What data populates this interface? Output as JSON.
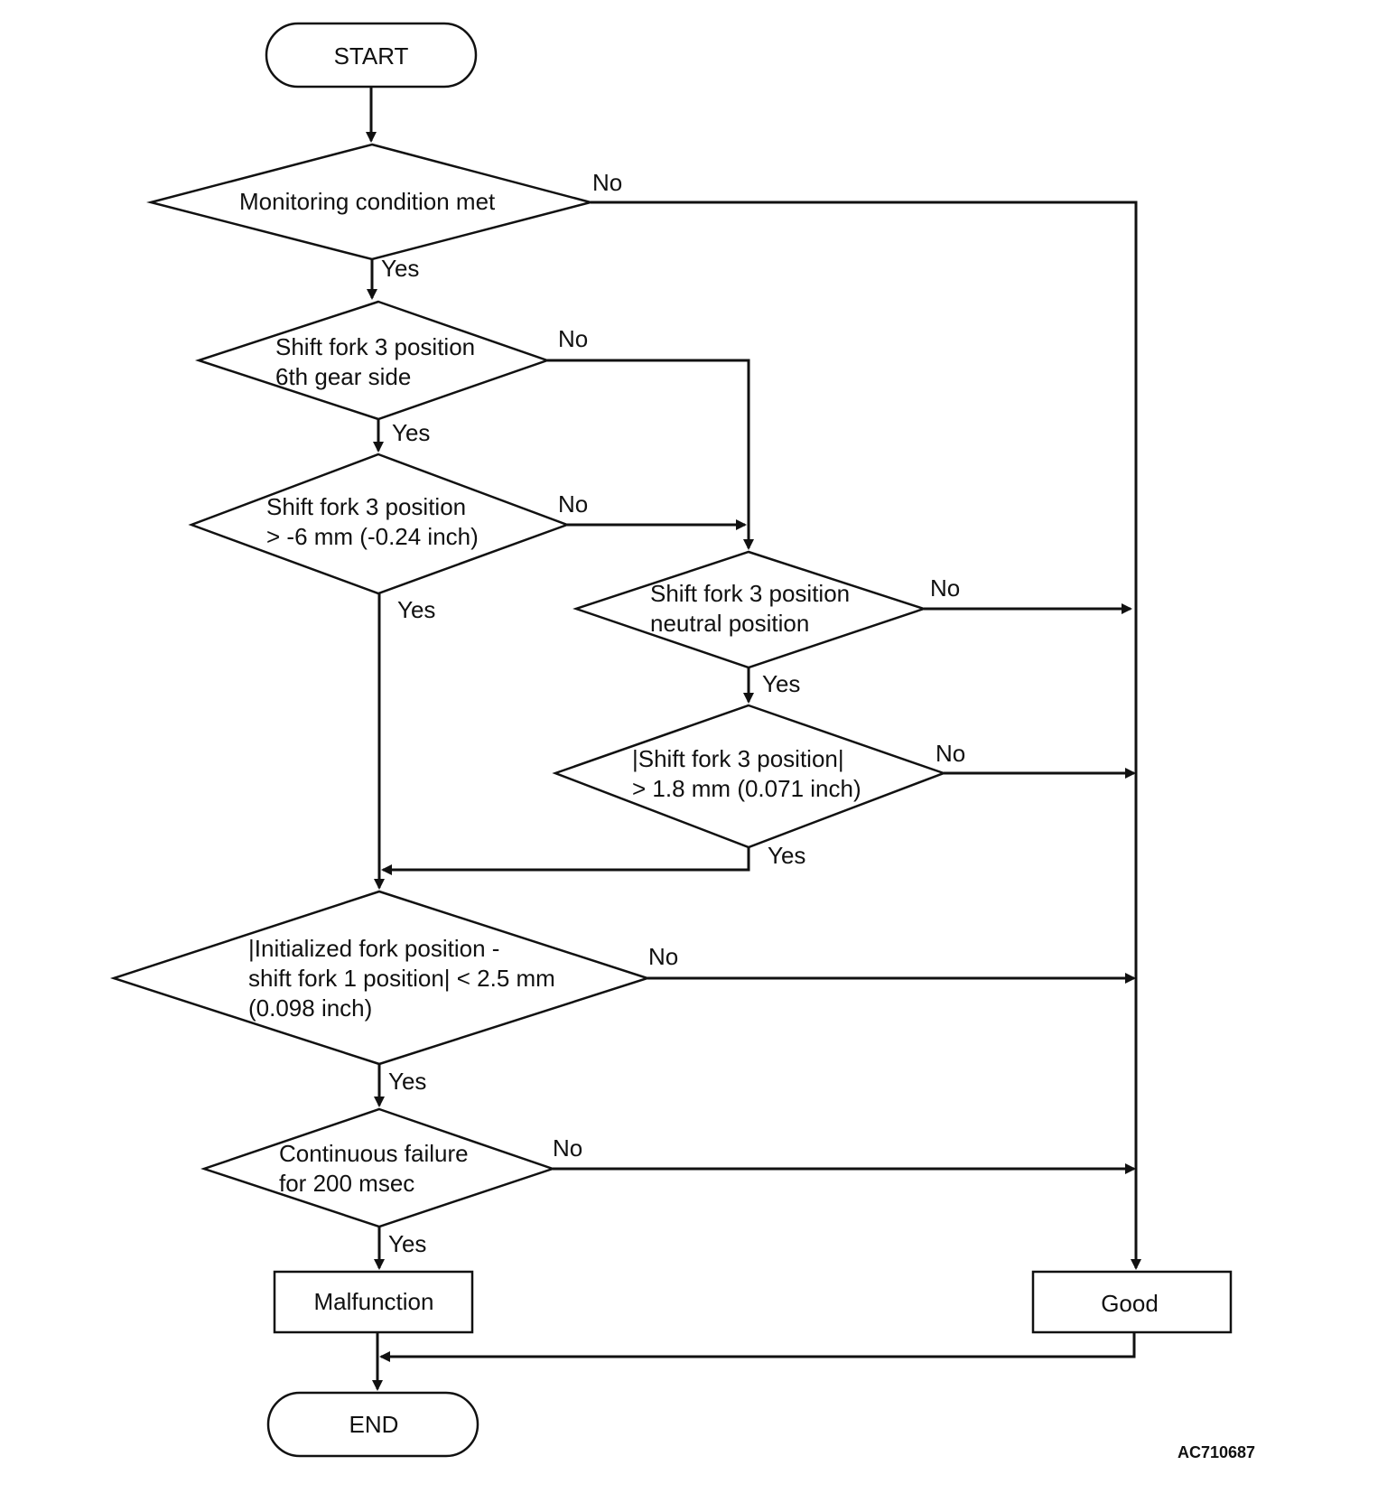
{
  "nodes": {
    "start": "START",
    "end": "END",
    "monitoring": [
      "Monitoring condition met"
    ],
    "sixth_gear": [
      "Shift fork 3 position",
      "6th gear side"
    ],
    "gt_minus6": [
      "Shift fork 3 position",
      "> -6 mm (-0.24 inch)"
    ],
    "neutral": [
      "Shift fork 3 position",
      "neutral position"
    ],
    "abs_gt": [
      "|Shift fork 3 position|",
      "> 1.8 mm (0.071 inch)"
    ],
    "initialized": [
      "|Initialized fork position -",
      "shift fork 1 position| < 2.5 mm",
      "(0.098 inch)"
    ],
    "continuous": [
      "Continuous failure",
      "for 200 msec"
    ],
    "malfunction": "Malfunction",
    "good": "Good"
  },
  "branch_labels": {
    "yes": "Yes",
    "no": "No"
  },
  "figure_id": "AC710687"
}
